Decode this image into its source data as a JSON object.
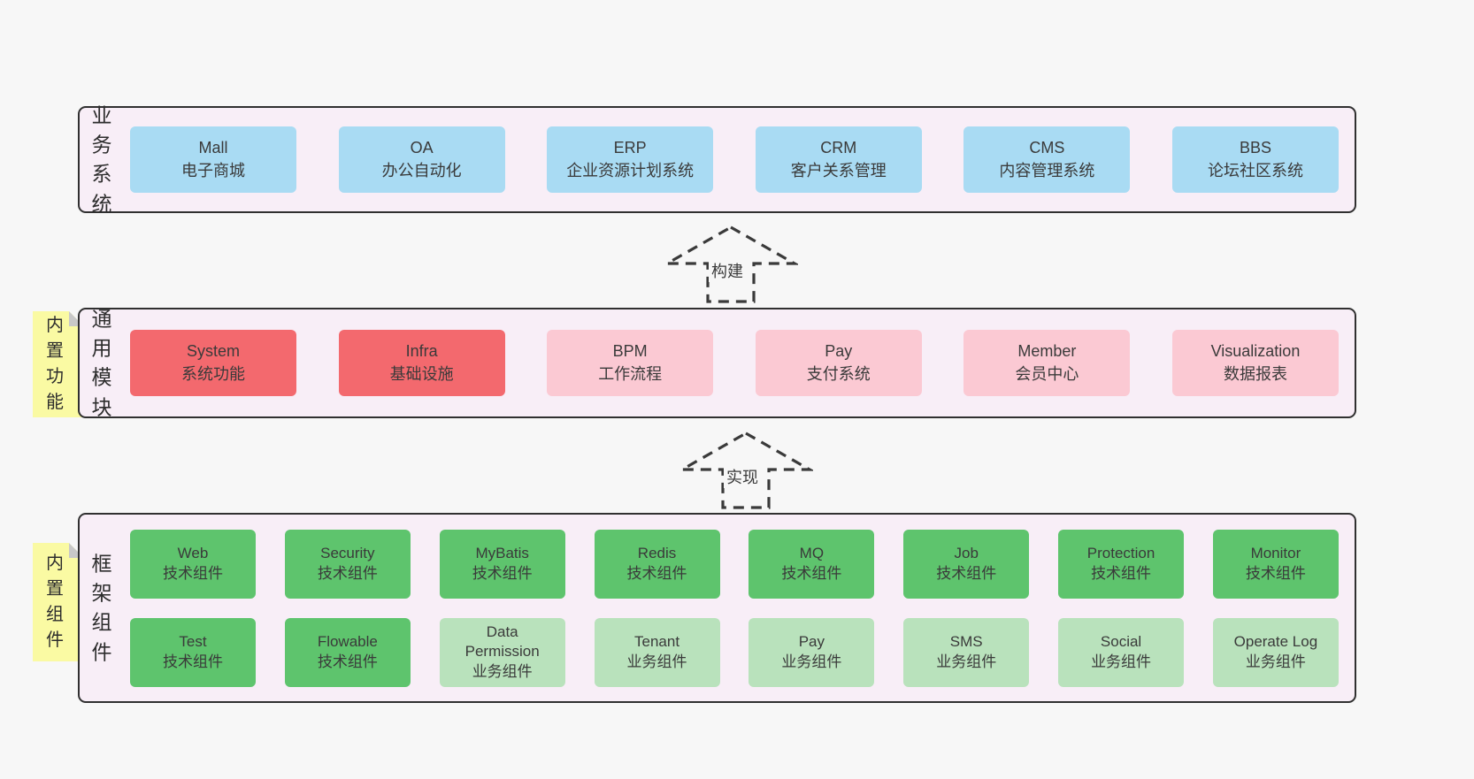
{
  "colors": {
    "page_bg": "#f7f7f7",
    "band_fill": "#f8eef7",
    "band_border": "#303030",
    "blue_box": "#a9dbf3",
    "red_box": "#f3696e",
    "pink_box": "#fbc9d3",
    "green_box": "#5ec46d",
    "light_green_box": "#b9e2bc",
    "sticky_yellow": "#fafaa3",
    "sticky_fold": "#c8c8c8",
    "text": "#3a3a3a"
  },
  "arrows": {
    "build": {
      "label": "构建"
    },
    "implement": {
      "label": "实现"
    }
  },
  "bands": {
    "business": {
      "label": "业务系统",
      "boxes": [
        {
          "en": "Mall",
          "zh": "电子商城",
          "type": "blue"
        },
        {
          "en": "OA",
          "zh": "办公自动化",
          "type": "blue"
        },
        {
          "en": "ERP",
          "zh": "企业资源计划系统",
          "type": "blue"
        },
        {
          "en": "CRM",
          "zh": "客户关系管理",
          "type": "blue"
        },
        {
          "en": "CMS",
          "zh": "内容管理系统",
          "type": "blue"
        },
        {
          "en": "BBS",
          "zh": "论坛社区系统",
          "type": "blue"
        }
      ]
    },
    "modules": {
      "label": "通用模块",
      "sticky": "内置功能",
      "boxes": [
        {
          "en": "System",
          "zh": "系统功能",
          "type": "red"
        },
        {
          "en": "Infra",
          "zh": "基础设施",
          "type": "red"
        },
        {
          "en": "BPM",
          "zh": "工作流程",
          "type": "pink"
        },
        {
          "en": "Pay",
          "zh": "支付系统",
          "type": "pink"
        },
        {
          "en": "Member",
          "zh": "会员中心",
          "type": "pink"
        },
        {
          "en": "Visualization",
          "zh": "数据报表",
          "type": "pink"
        }
      ]
    },
    "framework": {
      "label": "框架组件",
      "sticky": "内置组件",
      "rows": [
        [
          {
            "en": "Web",
            "zh": "技术组件",
            "type": "green"
          },
          {
            "en": "Security",
            "zh": "技术组件",
            "type": "green"
          },
          {
            "en": "MyBatis",
            "zh": "技术组件",
            "type": "green"
          },
          {
            "en": "Redis",
            "zh": "技术组件",
            "type": "green"
          },
          {
            "en": "MQ",
            "zh": "技术组件",
            "type": "green"
          },
          {
            "en": "Job",
            "zh": "技术组件",
            "type": "green"
          },
          {
            "en": "Protection",
            "zh": "技术组件",
            "type": "green"
          },
          {
            "en": "Monitor",
            "zh": "技术组件",
            "type": "green"
          }
        ],
        [
          {
            "en": "Test",
            "zh": "技术组件",
            "type": "green"
          },
          {
            "en": "Flowable",
            "zh": "技术组件",
            "type": "green"
          },
          {
            "en": "Data\nPermission",
            "zh": "业务组件",
            "type": "lgreen"
          },
          {
            "en": "Tenant",
            "zh": "业务组件",
            "type": "lgreen"
          },
          {
            "en": "Pay",
            "zh": "业务组件",
            "type": "lgreen"
          },
          {
            "en": "SMS",
            "zh": "业务组件",
            "type": "lgreen"
          },
          {
            "en": "Social",
            "zh": "业务组件",
            "type": "lgreen"
          },
          {
            "en": "Operate Log",
            "zh": "业务组件",
            "type": "lgreen"
          }
        ]
      ]
    }
  }
}
